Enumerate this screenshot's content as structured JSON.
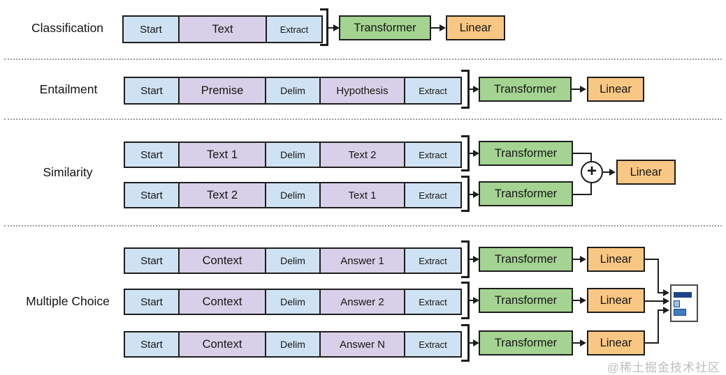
{
  "node_labels": {
    "transformer": "Transformer",
    "linear": "Linear",
    "plus": "+"
  },
  "sections": [
    {
      "label": "Classification",
      "bars": [
        {
          "cells": [
            "Start",
            "Text",
            "Extract"
          ]
        }
      ]
    },
    {
      "label": "Entailment",
      "bars": [
        {
          "cells": [
            "Start",
            "Premise",
            "Delim",
            "Hypothesis",
            "Extract"
          ]
        }
      ]
    },
    {
      "label": "Similarity",
      "bars": [
        {
          "cells": [
            "Start",
            "Text 1",
            "Delim",
            "Text 2",
            "Extract"
          ]
        },
        {
          "cells": [
            "Start",
            "Text 2",
            "Delim",
            "Text 1",
            "Extract"
          ]
        }
      ]
    },
    {
      "label": "Multiple Choice",
      "bars": [
        {
          "cells": [
            "Start",
            "Context",
            "Delim",
            "Answer 1",
            "Extract"
          ]
        },
        {
          "cells": [
            "Start",
            "Context",
            "Delim",
            "Answer 2",
            "Extract"
          ]
        },
        {
          "cells": [
            "Start",
            "Context",
            "Delim",
            "Answer N",
            "Extract"
          ]
        }
      ]
    }
  ],
  "colors": {
    "token_cell": "#cfe2f3",
    "content_cell": "#d8d0e8",
    "transformer": "#a4d392",
    "linear": "#f9c784",
    "chart_bar_dark": "#1c4587",
    "chart_bar_light": "#9dc3e6",
    "chart_bar_mid": "#3d7ebf"
  },
  "watermark": "@稀土掘金技术社区"
}
